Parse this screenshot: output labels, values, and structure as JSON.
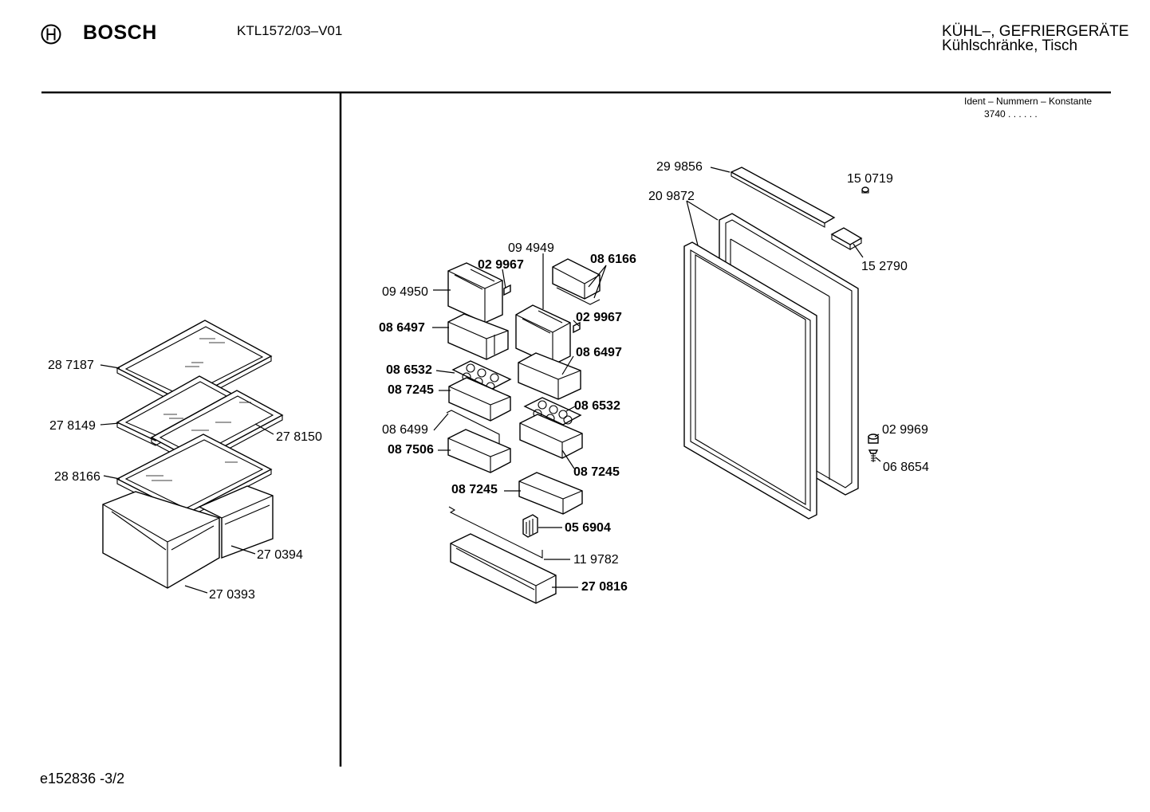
{
  "header": {
    "brand": "BOSCH",
    "model": "KTL1572/03–V01",
    "category_line1": "KÜHL–, GEFRIERGERÄTE",
    "category_line2": "Kühlschränke, Tisch",
    "ident_label": "Ident – Nummern – Konstante",
    "ident_value": "3740  .  .    .  .  .  ."
  },
  "footer": {
    "doc_code": "e152836 -3/2"
  },
  "left_panel": {
    "parts": [
      "28 7187",
      "27 8149",
      "27 8150",
      "28 8166",
      "27 0394",
      "27 0393"
    ]
  },
  "right_panel": {
    "parts": [
      "29 9856",
      "15 0719",
      "20 9872",
      "15 2790",
      "09 4949",
      "02 9967",
      "08 6166",
      "09 4950",
      "08 6497",
      "02 9967",
      "08 6497",
      "08 6532",
      "08 7245",
      "08 6532",
      "08 6499",
      "08 7506",
      "08 7245",
      "08 7245",
      "05 6904",
      "11 9782",
      "27 0816",
      "02 9969",
      "06 8654"
    ]
  }
}
